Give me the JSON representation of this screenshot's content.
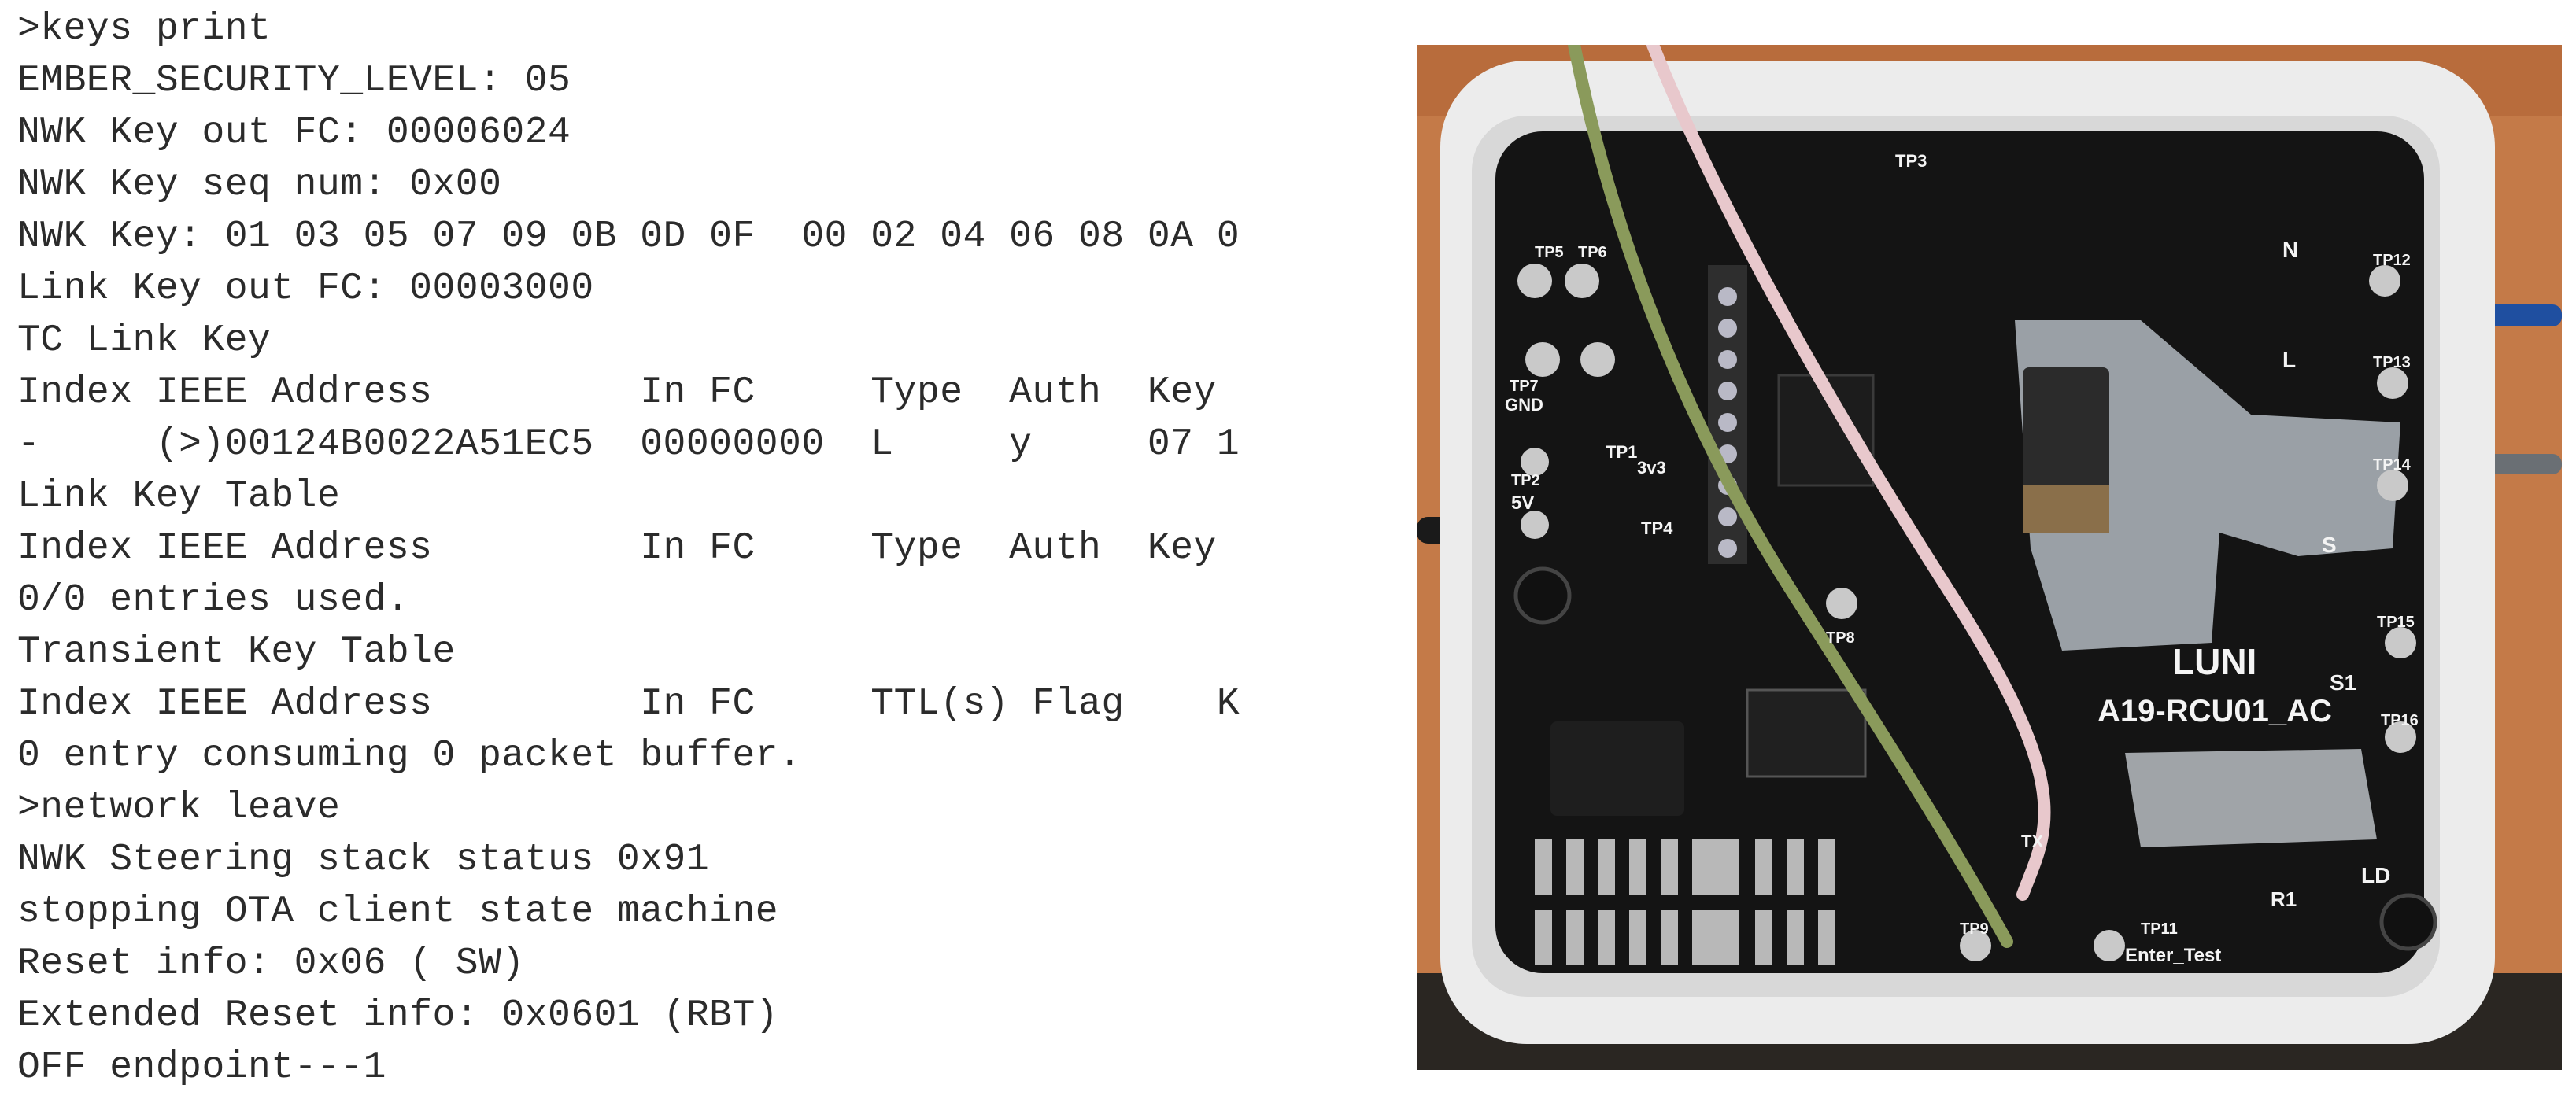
{
  "terminal": {
    "lines": [
      ">keys print",
      "EMBER_SECURITY_LEVEL: 05",
      "NWK Key out FC: 00006024",
      "NWK Key seq num: 0x00",
      "NWK Key: 01 03 05 07 09 0B 0D 0F  00 02 04 06 08 0A 0",
      "Link Key out FC: 00003000",
      "TC Link Key",
      "Index IEEE Address         In FC     Type  Auth  Key",
      "-     (>)00124B0022A51EC5  00000000  L     y     07 1",
      "Link Key Table",
      "Index IEEE Address         In FC     Type  Auth  Key",
      "0/0 entries used.",
      "Transient Key Table",
      "Index IEEE Address         In FC     TTL(s) Flag    K",
      "0 entry consuming 0 packet buffer.",
      ">network leave",
      "NWK Steering stack status 0x91",
      "stopping OTA client state machine",
      "Reset info: 0x06 ( SW)",
      "Extended Reset info: 0x0601 (RBT)",
      "OFF endpoint---1"
    ]
  },
  "photo": {
    "board_brand": "LUNI",
    "board_model": "A19-RCU01_AC",
    "silkscreen": {
      "tp3": "TP3",
      "tp5": "TP5",
      "tp6": "TP6",
      "tp7": "TP7",
      "gnd": "GND",
      "tp1": "TP1",
      "v3v3": "3v3",
      "tp2": "TP2",
      "v5": "5V",
      "tp4": "TP4",
      "tp8": "TP8",
      "n": "N",
      "tp12": "TP12",
      "l": "L",
      "tp13": "TP13",
      "tp14": "TP14",
      "s": "S",
      "tp15": "TP15",
      "s1": "S1",
      "tp16": "TP16",
      "tx": "TX",
      "tp9": "TP9",
      "tp11": "TP11",
      "enter_test": "Enter_Test",
      "r1": "R1",
      "ld": "LD"
    },
    "colors": {
      "background_wood": "#c47a48",
      "enclosure": "#e9e9e9",
      "pcb": "#141414",
      "wire_green": "#8a9a5b",
      "wire_pink": "#e8c8cc"
    }
  }
}
